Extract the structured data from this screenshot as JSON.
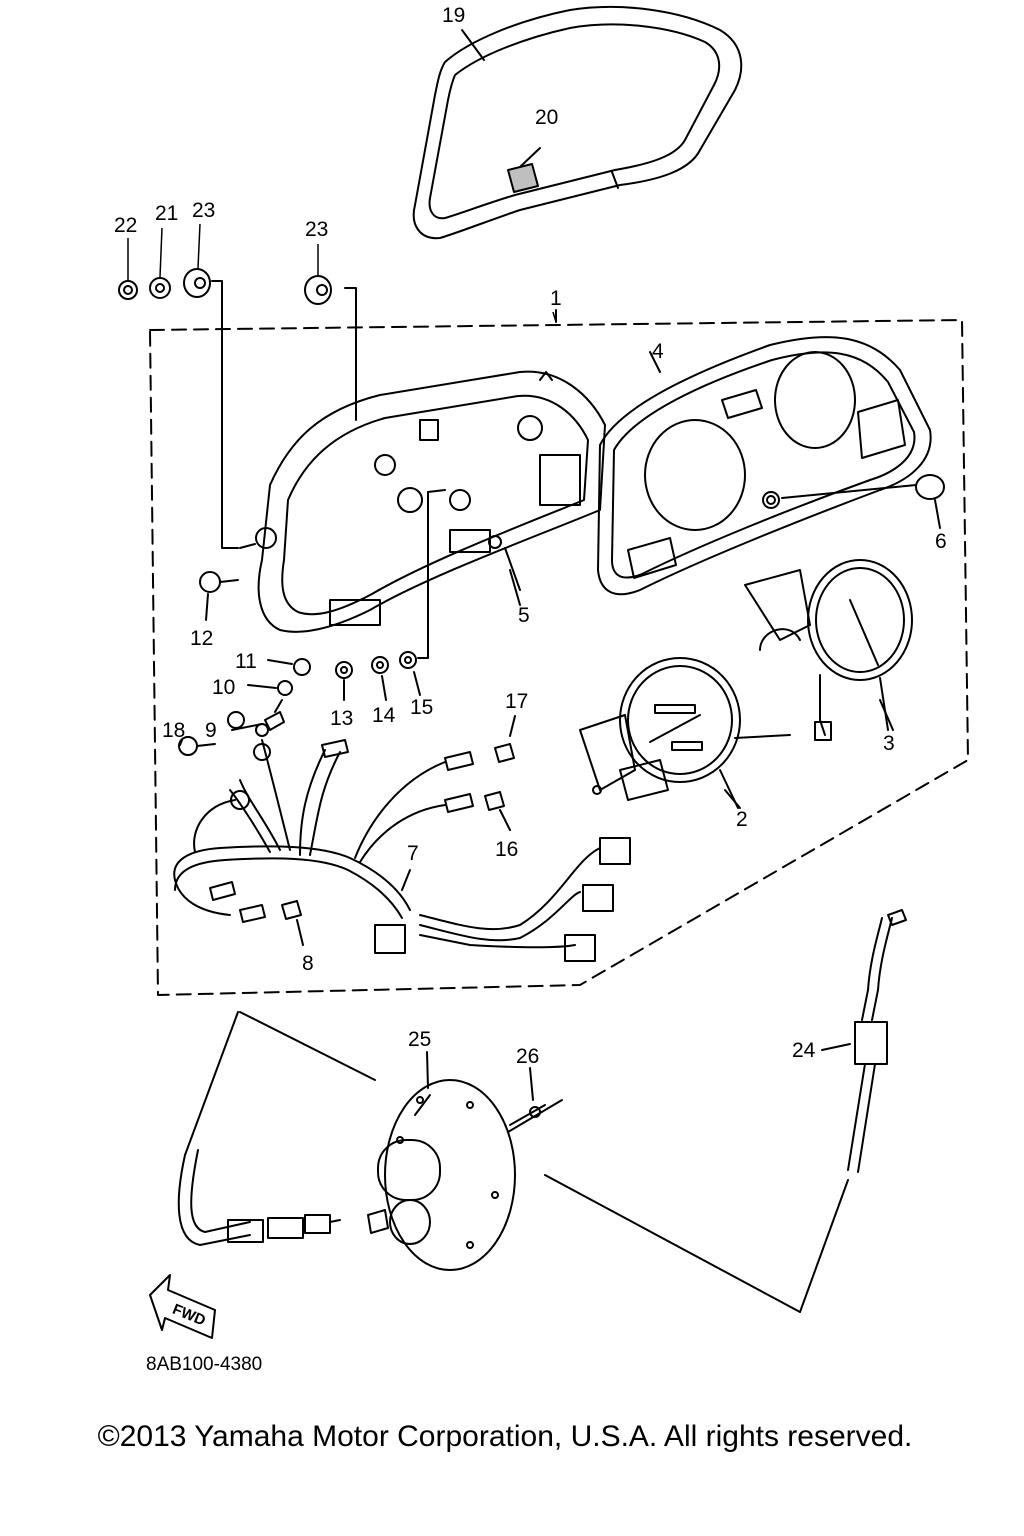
{
  "callouts": [
    {
      "id": "c1",
      "text": "1"
    },
    {
      "id": "c2",
      "text": "2"
    },
    {
      "id": "c3",
      "text": "3"
    },
    {
      "id": "c4",
      "text": "4"
    },
    {
      "id": "c5",
      "text": "5"
    },
    {
      "id": "c6",
      "text": "6"
    },
    {
      "id": "c7",
      "text": "7"
    },
    {
      "id": "c8",
      "text": "8"
    },
    {
      "id": "c9",
      "text": "9"
    },
    {
      "id": "c10",
      "text": "10"
    },
    {
      "id": "c11",
      "text": "11"
    },
    {
      "id": "c12",
      "text": "12"
    },
    {
      "id": "c13",
      "text": "13"
    },
    {
      "id": "c14",
      "text": "14"
    },
    {
      "id": "c15",
      "text": "15"
    },
    {
      "id": "c16",
      "text": "16"
    },
    {
      "id": "c17",
      "text": "17"
    },
    {
      "id": "c18",
      "text": "18"
    },
    {
      "id": "c19",
      "text": "19"
    },
    {
      "id": "c20",
      "text": "20"
    },
    {
      "id": "c21",
      "text": "21"
    },
    {
      "id": "c22",
      "text": "22"
    },
    {
      "id": "c23a",
      "text": "23"
    },
    {
      "id": "c23b",
      "text": "23"
    },
    {
      "id": "c24",
      "text": "24"
    },
    {
      "id": "c25",
      "text": "25"
    },
    {
      "id": "c26",
      "text": "26"
    }
  ],
  "fwd_label": "FWD",
  "diagram_code": "8AB100-4380",
  "copyright": "©2013 Yamaha Motor Corporation, U.S.A. All rights reserved."
}
